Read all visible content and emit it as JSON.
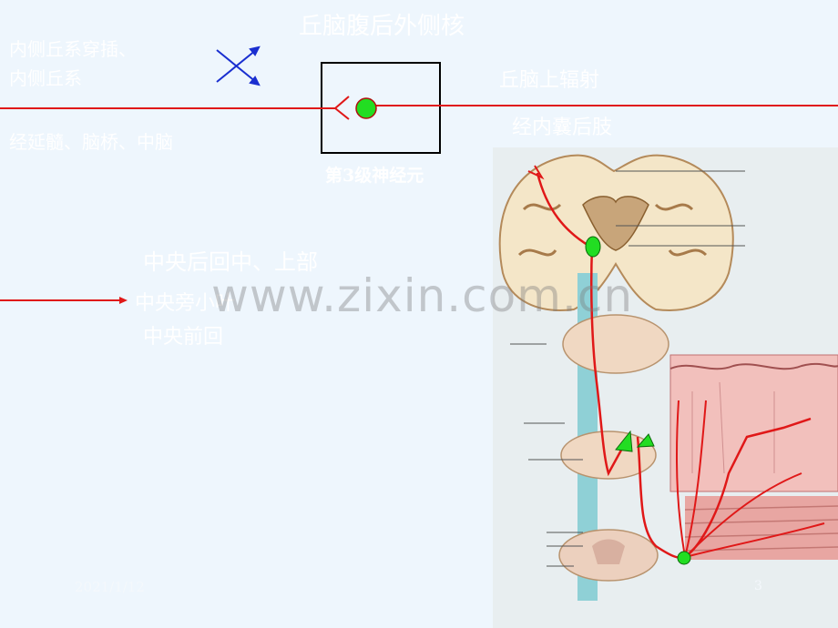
{
  "title": "丘脑腹后外侧核",
  "left_labels": {
    "line1": "内侧丘系穿插、",
    "line2": "内侧丘系",
    "line3": "经延髓、脑桥、中脑"
  },
  "right_labels": {
    "radiation": "丘脑上辐射",
    "capsule": "经内囊后肢"
  },
  "neuron_label": "第3级神经元",
  "cortex_labels": {
    "upper": "中央后回中、上部",
    "paracentral": "中央旁小叶",
    "precentral": "中央前回"
  },
  "watermark": "www.zixin.com.cn",
  "footer": {
    "date": "2021/1/12",
    "page": "3"
  },
  "colors": {
    "background": "#eef6fd",
    "pathway": "#e01818",
    "neuron_dot": "#22dd22",
    "cross_arrows": "#1a2fd0"
  }
}
